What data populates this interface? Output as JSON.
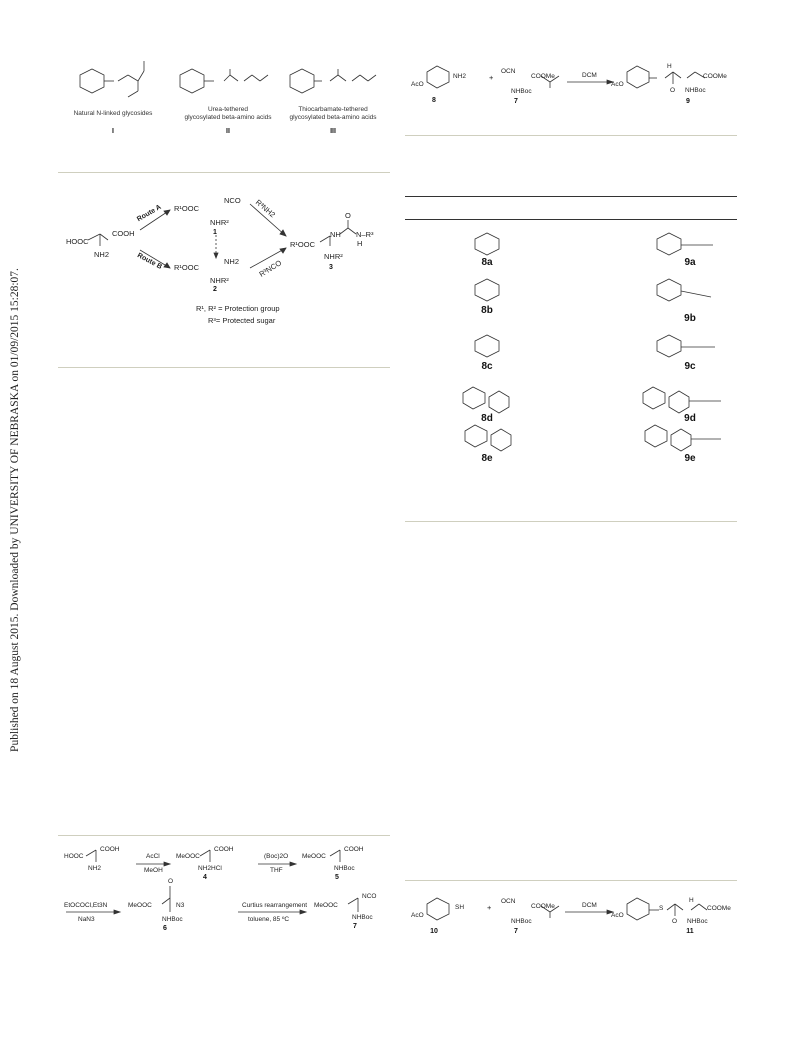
{
  "sidebar_note": "Published on 18 August 2015. Downloaded by UNIVERSITY OF NEBRASKA on 01/09/2015 15:28:07.",
  "fig_glyco": {
    "labels": [
      "Natural N-linked glycosides",
      "Urea-tethered\nglycosylated beta-amino acids",
      "Thiocarbamate-tethered\nglycosylated beta-amino acids"
    ],
    "numerals": [
      "I",
      "II",
      "III"
    ]
  },
  "scheme_routes": {
    "hooc": "HOOC",
    "cooh": "COOH",
    "nh2": "NH2",
    "route_a": "Route A",
    "route_b": "Route B",
    "top_left": "R¹OOC",
    "top_nco": "NCO",
    "top_nhr": "NHR²",
    "num1": "1",
    "bot_left": "R¹OOC",
    "bot_nh2": "NH2",
    "bot_nhr": "NHR²",
    "num2": "2",
    "reagent_a": "R³NH2",
    "reagent_b": "R³NCO",
    "prod_left": "R¹OOC",
    "prod_nh": "NH",
    "prod_o": "O",
    "prod_nr": "N–R³",
    "prod_h": "H",
    "prod_nhr": "NHR²",
    "num3": "3",
    "legend1": "R¹, R² = Protection group",
    "legend2": "R³= Protected sugar"
  },
  "scheme_top_right": {
    "aco": "AcO",
    "nh2": "NH2",
    "plus": "+",
    "ocn": "OCN",
    "coome": "COOMe",
    "nhboc": "NHBoc",
    "reagent": "DCM",
    "num8": "8",
    "num7": "7",
    "num9": "9",
    "aco_prod": "AcO",
    "coome_prod": "COOMe",
    "nhboc_prod": "NHBoc",
    "h": "H",
    "o": "O"
  },
  "table_compounds": {
    "left": [
      "8a",
      "8b",
      "8c",
      "8d",
      "8e"
    ],
    "right": [
      "9a",
      "9b",
      "9c",
      "9d",
      "9e"
    ]
  },
  "scheme_bottom_left": {
    "hooc": "HOOC",
    "cooh": "COOH",
    "nh2": "NH2",
    "r1_top": "AcCl",
    "r1_bot": "MeOH",
    "meooc": "MeOOC",
    "cooh2": "COOH",
    "nh2hcl": "NH2HCl",
    "num4": "4",
    "r2_top": "(Boc)2O",
    "r2_bot": "THF",
    "meooc2": "MeOOC",
    "cooh3": "COOH",
    "nhboc": "NHBoc",
    "num5": "5",
    "r3_top": "EtOCOCl,Et3N",
    "r3_bot": "NaN3",
    "meooc3": "MeOOC",
    "o": "O",
    "n3": "N3",
    "nhboc2": "NHBoc",
    "num6": "6",
    "r4_top": "Curtius rearrangement",
    "r4_bot": "toluene, 85 ºC",
    "meooc4": "MeOOC",
    "nco": "NCO",
    "nhboc3": "NHBoc",
    "num7": "7"
  },
  "scheme_bottom_right": {
    "aco": "AcO",
    "sh": "SH",
    "plus": "+",
    "ocn": "OCN",
    "coome": "COOMe",
    "nhboc": "NHBoc",
    "reagent": "DCM",
    "num10": "10",
    "num7": "7",
    "num11": "11",
    "aco_prod": "AcO",
    "s": "S",
    "h": "H",
    "o": "O",
    "coome_prod": "COOMe",
    "nhboc_prod": "NHBoc"
  }
}
